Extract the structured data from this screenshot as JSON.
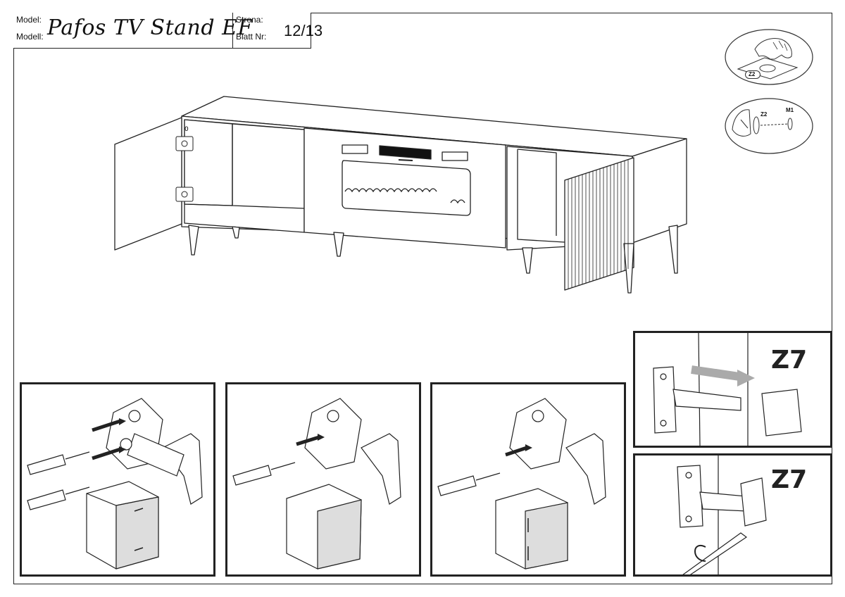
{
  "header": {
    "model_label_1": "Model:",
    "model_label_2": "Modell:",
    "model_name": "Pafos TV Stand EF",
    "page_label_1": "Strona:",
    "page_label_2": "Blatt Nr:",
    "page_number": "12/13"
  },
  "details": {
    "top_code": "Z2",
    "bottom_code_1": "Z2",
    "bottom_code_2": "M1"
  },
  "panels": {
    "z7_top_label": "Z7",
    "z7_bottom_label": "Z7"
  },
  "icons": [
    "screwdriver-icon",
    "hinge-icon",
    "arrow-icon",
    "rotate-arrow-icon"
  ]
}
